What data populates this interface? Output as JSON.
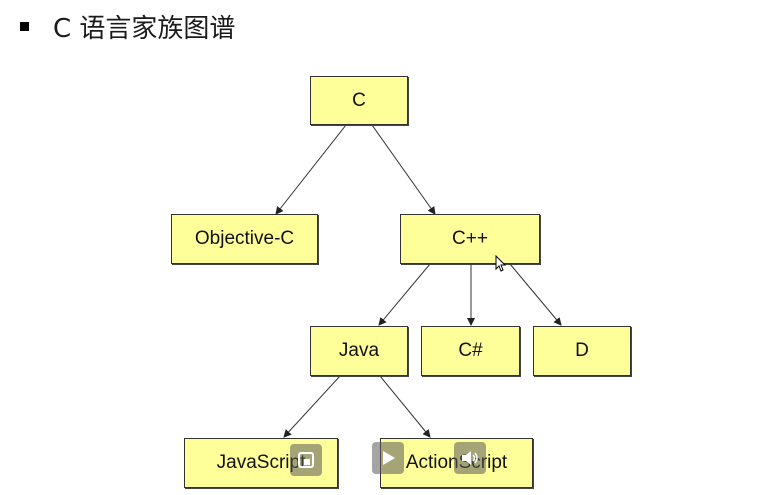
{
  "slide": {
    "title": "C 语言家族图谱"
  },
  "diagram": {
    "nodes": {
      "c": "C",
      "objc": "Objective-C",
      "cpp": "C++",
      "java": "Java",
      "csharp": "C#",
      "d": "D",
      "javascript": "JavaScript",
      "actionscript": "ActionScript"
    },
    "node_fill": "#ffff99",
    "edges": [
      [
        "c",
        "objc"
      ],
      [
        "c",
        "cpp"
      ],
      [
        "cpp",
        "java"
      ],
      [
        "cpp",
        "csharp"
      ],
      [
        "cpp",
        "d"
      ],
      [
        "java",
        "javascript"
      ],
      [
        "java",
        "actionscript"
      ]
    ]
  },
  "player_controls": {
    "icons": [
      "stop-icon",
      "play-icon",
      "volume-icon"
    ]
  }
}
